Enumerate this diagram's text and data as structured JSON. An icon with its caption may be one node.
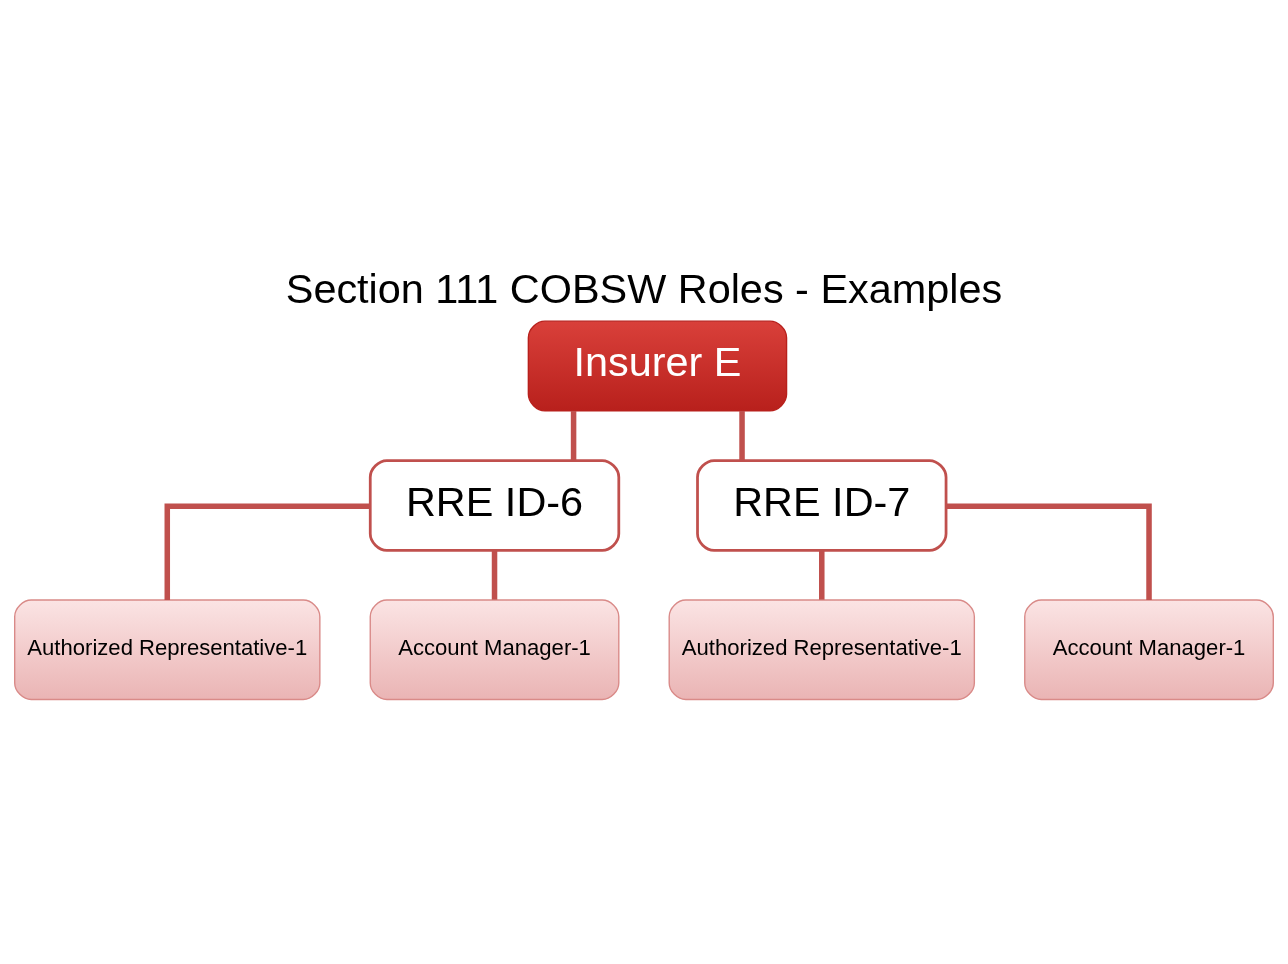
{
  "diagram": {
    "title": "Section 111 COBSW Roles - Examples",
    "nodes": [
      {
        "text": [
          "Insurer E"
        ]
      },
      {
        "text": [
          "RRE ID-6"
        ]
      },
      {
        "text": [
          "RRE ID-7"
        ]
      },
      {
        "text": [
          "Authorized Representative-1"
        ]
      },
      {
        "text": [
          "Account Manager-1"
        ]
      },
      {
        "text": [
          "Authorized Representative-1"
        ]
      },
      {
        "text": [
          "Account Manager-1"
        ]
      }
    ],
    "edges": [
      {
        "from": 0,
        "to": 1,
        "arrow": "none"
      },
      {
        "from": 0,
        "to": 2,
        "arrow": "none"
      },
      {
        "from": 1,
        "to": 3,
        "arrow": "none"
      },
      {
        "from": 1,
        "to": 4,
        "arrow": "none"
      },
      {
        "from": 2,
        "to": 5,
        "arrow": "none"
      },
      {
        "from": 2,
        "to": 6,
        "arrow": "none"
      }
    ]
  }
}
